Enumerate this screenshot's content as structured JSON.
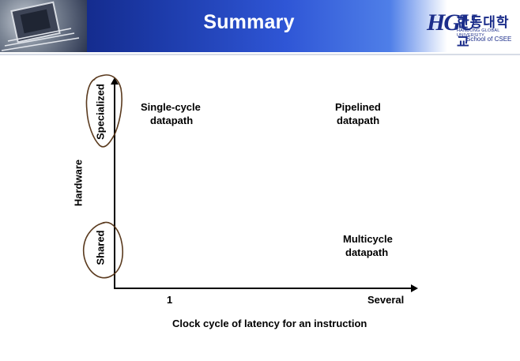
{
  "slide": {
    "title": "Summary",
    "logo": {
      "mark": "HGU",
      "name": "한동대학교",
      "university": "HANDONG GLOBAL UNIVERSITY",
      "school": "School of CSEE"
    }
  },
  "diagram": {
    "y_axis_label": "Hardware",
    "y_ticks": [
      "Specialized",
      "Shared"
    ],
    "x_axis_label": "Clock cycle of latency for an instruction",
    "x_ticks": [
      "1",
      "Several"
    ],
    "cells": [
      {
        "line1": "Single-cycle",
        "line2": "datapath"
      },
      {
        "line1": "Pipelined",
        "line2": "datapath"
      },
      {
        "line1": "Multicycle",
        "line2": "datapath"
      }
    ],
    "ink_color": "#5a3a1e"
  }
}
